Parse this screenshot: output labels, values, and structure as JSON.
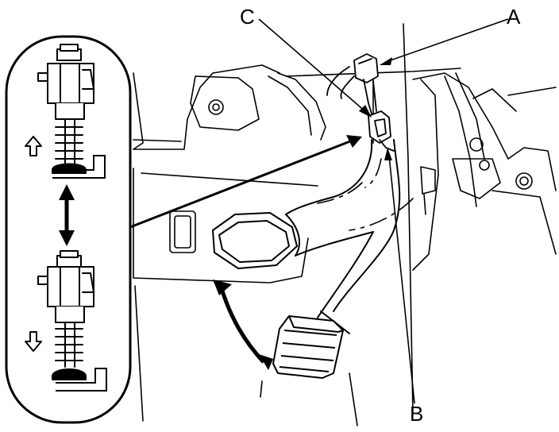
{
  "callouts": {
    "a": "A",
    "b": "B",
    "c": "C"
  },
  "style": {
    "ink": "#000000",
    "paper": "#ffffff"
  }
}
